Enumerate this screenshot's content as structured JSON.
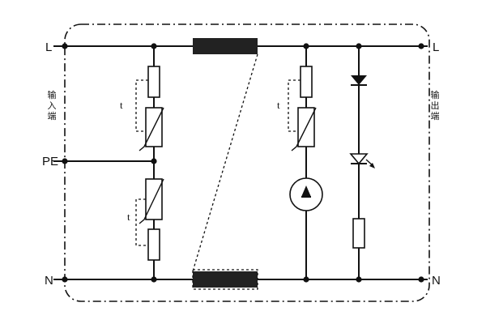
{
  "terminals": {
    "l_in": "L",
    "l_out": "L",
    "pe": "PE",
    "n_in": "N",
    "n_out": "N"
  },
  "sides": {
    "input": "输入端",
    "output": "输出端"
  },
  "thermal_labels": {
    "upper_left": "t",
    "lower_left": "t",
    "right": "t"
  },
  "colors": {
    "line": "#111111",
    "background": "#ffffff"
  }
}
